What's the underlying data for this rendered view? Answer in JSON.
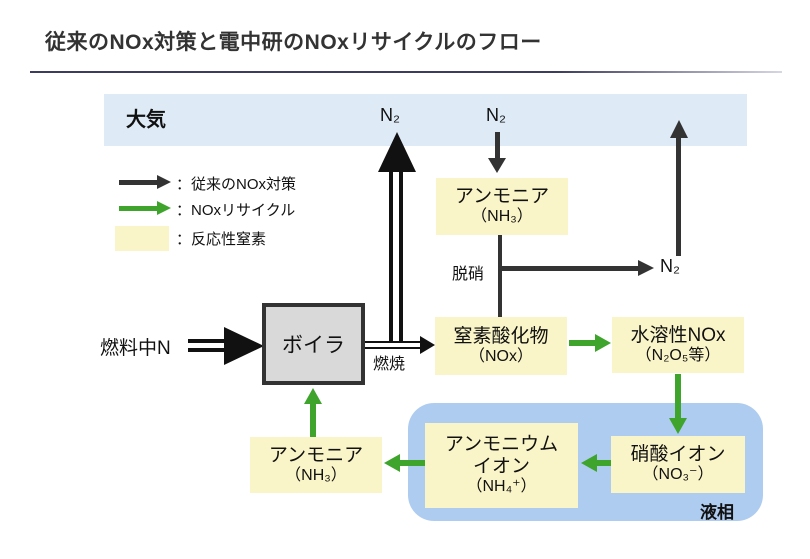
{
  "title": "従来のNOx対策と電中研のNOxリサイクルのフロー",
  "atmosphere": {
    "label": "大気"
  },
  "legend": {
    "items": [
      {
        "swatch": "black-arrow",
        "label": "：従来のNOx対策"
      },
      {
        "swatch": "green-arrow",
        "label": "：NOxリサイクル"
      },
      {
        "swatch": "yellow-box",
        "label": "：反応性窒素"
      }
    ]
  },
  "labels": {
    "fuel": "燃料中N",
    "combustion": "燃焼",
    "denitration": "脱硝",
    "liquid_phase": "液相",
    "n2_exhaust": "N₂",
    "n2_fixation": "N₂",
    "n2_denitration": "N₂"
  },
  "nodes": {
    "boiler": {
      "label": "ボイラ"
    },
    "ammonia_top": {
      "name": "アンモニア",
      "formula": "（NH₃）"
    },
    "nox": {
      "name": "窒素酸化物",
      "formula": "（NOx）"
    },
    "soluble_nox": {
      "name": "水溶性NOx",
      "formula": "（N₂O₅等）"
    },
    "nitrate_ion": {
      "name": "硝酸イオン",
      "formula": "（NO₃⁻）"
    },
    "ammonium_ion": {
      "line1": "アンモニウム",
      "line2": "イオン",
      "formula": "（NH₄⁺）"
    },
    "ammonia_bottom": {
      "name": "アンモニア",
      "formula": "（NH₃）"
    }
  },
  "colors": {
    "atmosphere_band": "#DEEBF7",
    "liquid_panel": "#ADCCF0",
    "node_yellow": "#FAF5C8",
    "recycle_green": "#3EA42C",
    "conventional_black": "#333333",
    "boiler_fill": "#D9D9D9",
    "boiler_border": "#333333",
    "title_text": "#333333"
  }
}
